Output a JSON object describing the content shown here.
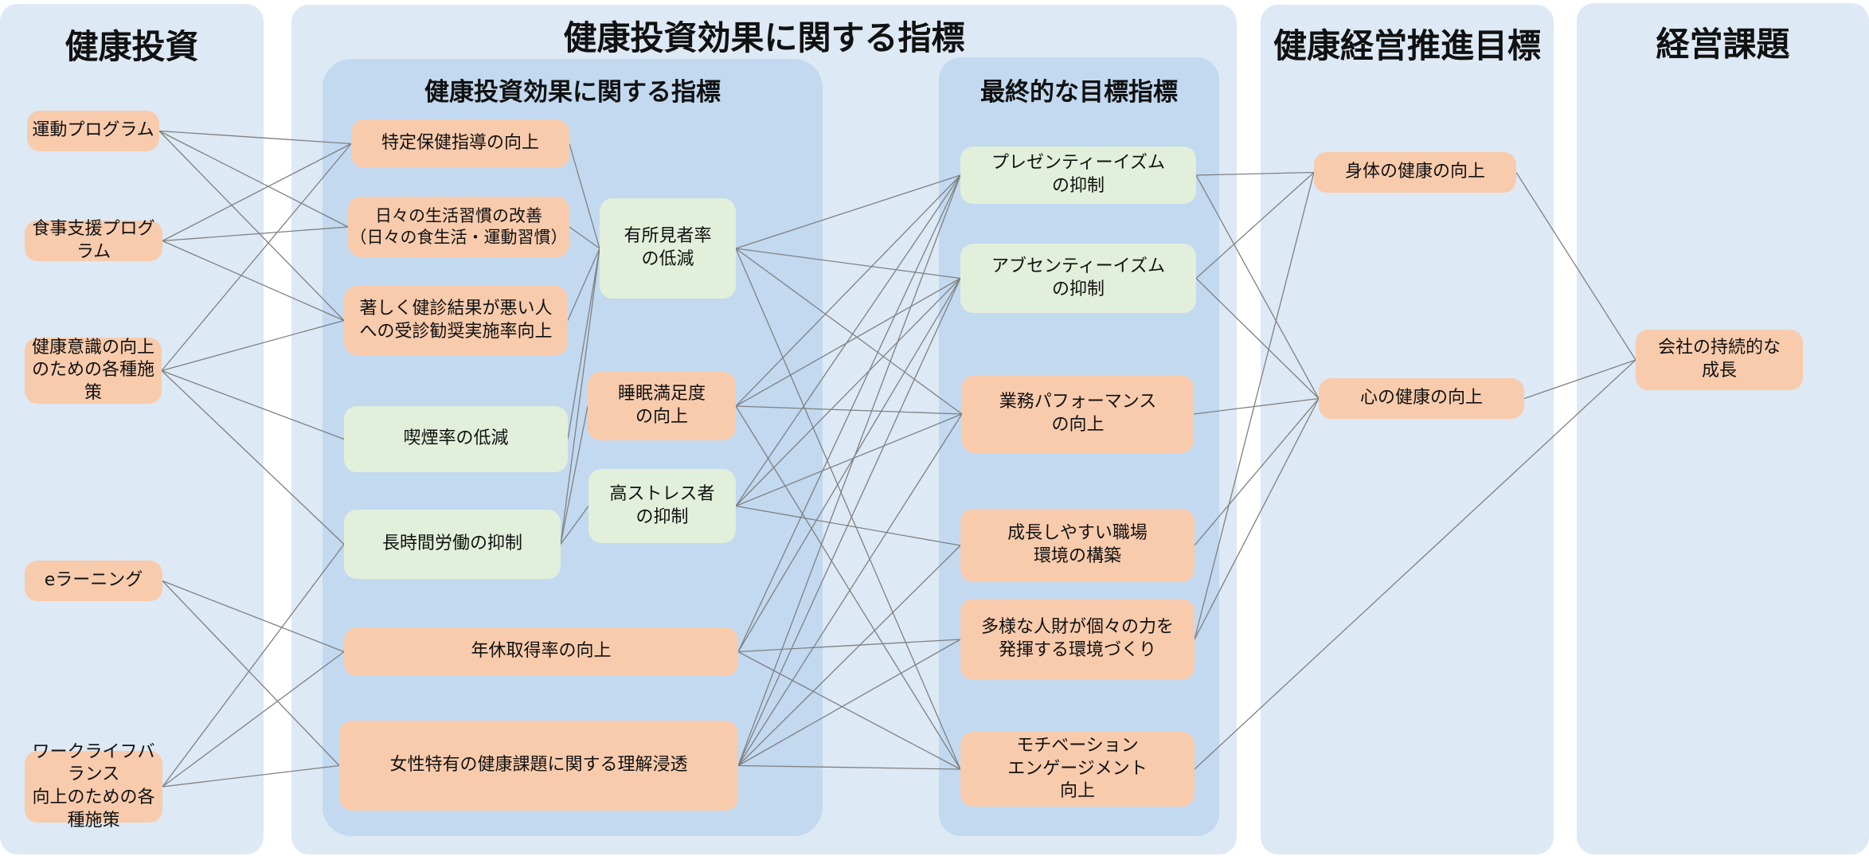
{
  "colors": {
    "panel": "#dde9f5",
    "inner_panel": "#c2d9f0",
    "node_orange": "#f8cbad",
    "node_green": "#e2efda",
    "edge": "#808080"
  },
  "panels": {
    "investment": {
      "title": "健康投資"
    },
    "effect": {
      "title": "健康投資効果に関する指標",
      "inner_effect_title": "健康投資効果に関する指標",
      "inner_final_title": "最終的な目標指標"
    },
    "promotion": {
      "title": "健康経営推進目標"
    },
    "management": {
      "title": "経営課題"
    }
  },
  "nodes": {
    "n_exercise": {
      "label": "運動プログラム",
      "color": "orange"
    },
    "n_diet": {
      "label": "食事支援プログラム",
      "color": "orange"
    },
    "n_awareness": {
      "label": "健康意識の向上\nのための各種施策",
      "color": "orange"
    },
    "n_elearning": {
      "label": "eラーニング",
      "color": "orange"
    },
    "n_wlb": {
      "label": "ワークライフバランス\n向上のための各種施策",
      "color": "orange"
    },
    "n_guidance": {
      "label": "特定保健指導の向上",
      "color": "orange"
    },
    "n_lifestyle": {
      "label": "日々の生活習慣の改善\n（日々の食生活・運動習慣）",
      "color": "orange"
    },
    "n_checkup": {
      "label": "著しく健診結果が悪い人\nへの受診勧奨実施率向上",
      "color": "orange"
    },
    "n_smoking": {
      "label": "喫煙率の低減",
      "color": "green"
    },
    "n_overtime": {
      "label": "長時間労働の抑制",
      "color": "green"
    },
    "n_leave": {
      "label": "年休取得率の向上",
      "color": "orange"
    },
    "n_women": {
      "label": "女性特有の健康課題に関する理解浸透",
      "color": "orange"
    },
    "n_findings": {
      "label": "有所見者率\nの低減",
      "color": "green"
    },
    "n_sleep": {
      "label": "睡眠満足度\nの向上",
      "color": "orange"
    },
    "n_stress": {
      "label": "高ストレス者\nの抑制",
      "color": "green"
    },
    "n_presenteeism": {
      "label": "プレゼンティーイズム\nの抑制",
      "color": "green"
    },
    "n_absenteeism": {
      "label": "アブセンティーイズム\nの抑制",
      "color": "green"
    },
    "n_performance": {
      "label": "業務パフォーマンス\nの向上",
      "color": "orange"
    },
    "n_growth": {
      "label": "成長しやすい職場\n環境の構築",
      "color": "orange"
    },
    "n_diversity": {
      "label": "多様な人財が個々の力を\n発揮する環境づくり",
      "color": "orange"
    },
    "n_motivation": {
      "label": "モチベーション\nエンゲージメント\n向上",
      "color": "orange"
    },
    "n_body": {
      "label": "身体の健康の向上",
      "color": "orange"
    },
    "n_mind": {
      "label": "心の健康の向上",
      "color": "orange"
    },
    "n_company": {
      "label": "会社の持続的な\n成長",
      "color": "orange"
    }
  },
  "edges": [
    [
      "n_exercise",
      "n_guidance"
    ],
    [
      "n_exercise",
      "n_lifestyle"
    ],
    [
      "n_exercise",
      "n_checkup"
    ],
    [
      "n_diet",
      "n_guidance"
    ],
    [
      "n_diet",
      "n_lifestyle"
    ],
    [
      "n_diet",
      "n_checkup"
    ],
    [
      "n_awareness",
      "n_guidance"
    ],
    [
      "n_awareness",
      "n_checkup"
    ],
    [
      "n_awareness",
      "n_smoking"
    ],
    [
      "n_awareness",
      "n_overtime"
    ],
    [
      "n_elearning",
      "n_leave"
    ],
    [
      "n_elearning",
      "n_women"
    ],
    [
      "n_wlb",
      "n_overtime"
    ],
    [
      "n_wlb",
      "n_leave"
    ],
    [
      "n_wlb",
      "n_women"
    ],
    [
      "n_guidance",
      "n_findings"
    ],
    [
      "n_lifestyle",
      "n_findings"
    ],
    [
      "n_checkup",
      "n_findings"
    ],
    [
      "n_smoking",
      "n_findings"
    ],
    [
      "n_overtime",
      "n_findings"
    ],
    [
      "n_overtime",
      "n_sleep"
    ],
    [
      "n_overtime",
      "n_stress"
    ],
    [
      "n_findings",
      "n_presenteeism"
    ],
    [
      "n_findings",
      "n_absenteeism"
    ],
    [
      "n_findings",
      "n_performance"
    ],
    [
      "n_findings",
      "n_motivation"
    ],
    [
      "n_sleep",
      "n_presenteeism"
    ],
    [
      "n_sleep",
      "n_absenteeism"
    ],
    [
      "n_sleep",
      "n_performance"
    ],
    [
      "n_sleep",
      "n_motivation"
    ],
    [
      "n_stress",
      "n_presenteeism"
    ],
    [
      "n_stress",
      "n_absenteeism"
    ],
    [
      "n_stress",
      "n_performance"
    ],
    [
      "n_stress",
      "n_growth"
    ],
    [
      "n_leave",
      "n_presenteeism"
    ],
    [
      "n_leave",
      "n_absenteeism"
    ],
    [
      "n_leave",
      "n_diversity"
    ],
    [
      "n_leave",
      "n_motivation"
    ],
    [
      "n_women",
      "n_presenteeism"
    ],
    [
      "n_women",
      "n_absenteeism"
    ],
    [
      "n_women",
      "n_performance"
    ],
    [
      "n_women",
      "n_growth"
    ],
    [
      "n_women",
      "n_diversity"
    ],
    [
      "n_women",
      "n_motivation"
    ],
    [
      "n_presenteeism",
      "n_body"
    ],
    [
      "n_presenteeism",
      "n_mind"
    ],
    [
      "n_absenteeism",
      "n_body"
    ],
    [
      "n_absenteeism",
      "n_mind"
    ],
    [
      "n_performance",
      "n_mind"
    ],
    [
      "n_growth",
      "n_mind"
    ],
    [
      "n_diversity",
      "n_body"
    ],
    [
      "n_diversity",
      "n_mind"
    ],
    [
      "n_body",
      "n_company"
    ],
    [
      "n_mind",
      "n_company"
    ],
    [
      "n_motivation",
      "n_company"
    ]
  ]
}
